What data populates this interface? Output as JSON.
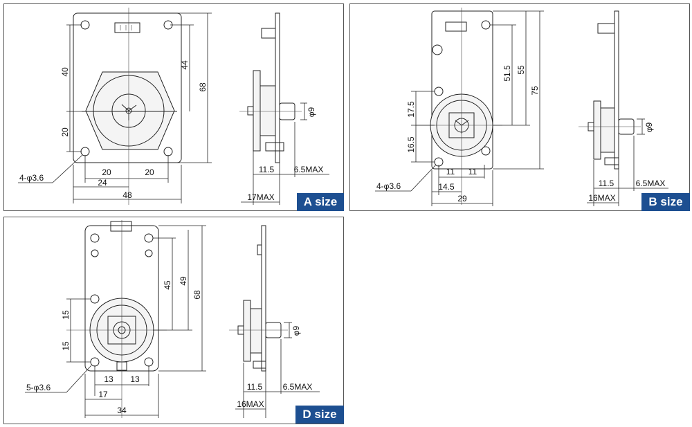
{
  "panels": {
    "a": {
      "badge": "A size",
      "dims": {
        "d40": "40",
        "d20v": "20",
        "d44": "44",
        "d68": "68",
        "d20l": "20",
        "d20r": "20",
        "d24": "24",
        "d48": "48",
        "holes": "4-φ3.6",
        "d11_5": "11.5",
        "d6_5": "6.5MAX",
        "d17": "17MAX",
        "phi9": "φ9"
      }
    },
    "b": {
      "badge": "B size",
      "dims": {
        "d17_5": "17.5",
        "d16_5": "16.5",
        "d51_5": "51.5",
        "d55": "55",
        "d75": "75",
        "d11l": "11",
        "d11r": "11",
        "d14_5": "14.5",
        "d29": "29",
        "holes": "4-φ3.6",
        "d11_5": "11.5",
        "d6_5": "6.5MAX",
        "d16": "16MAX",
        "phi9": "φ9"
      }
    },
    "d": {
      "badge": "D size",
      "dims": {
        "d15t": "15",
        "d15b": "15",
        "d45": "45",
        "d49": "49",
        "d68": "68",
        "d13l": "13",
        "d13r": "13",
        "d17": "17",
        "d34": "34",
        "holes": "5-φ3.6",
        "d11_5": "11.5",
        "d6_5": "6.5MAX",
        "d16": "16MAX",
        "phi9": "φ9"
      }
    }
  }
}
